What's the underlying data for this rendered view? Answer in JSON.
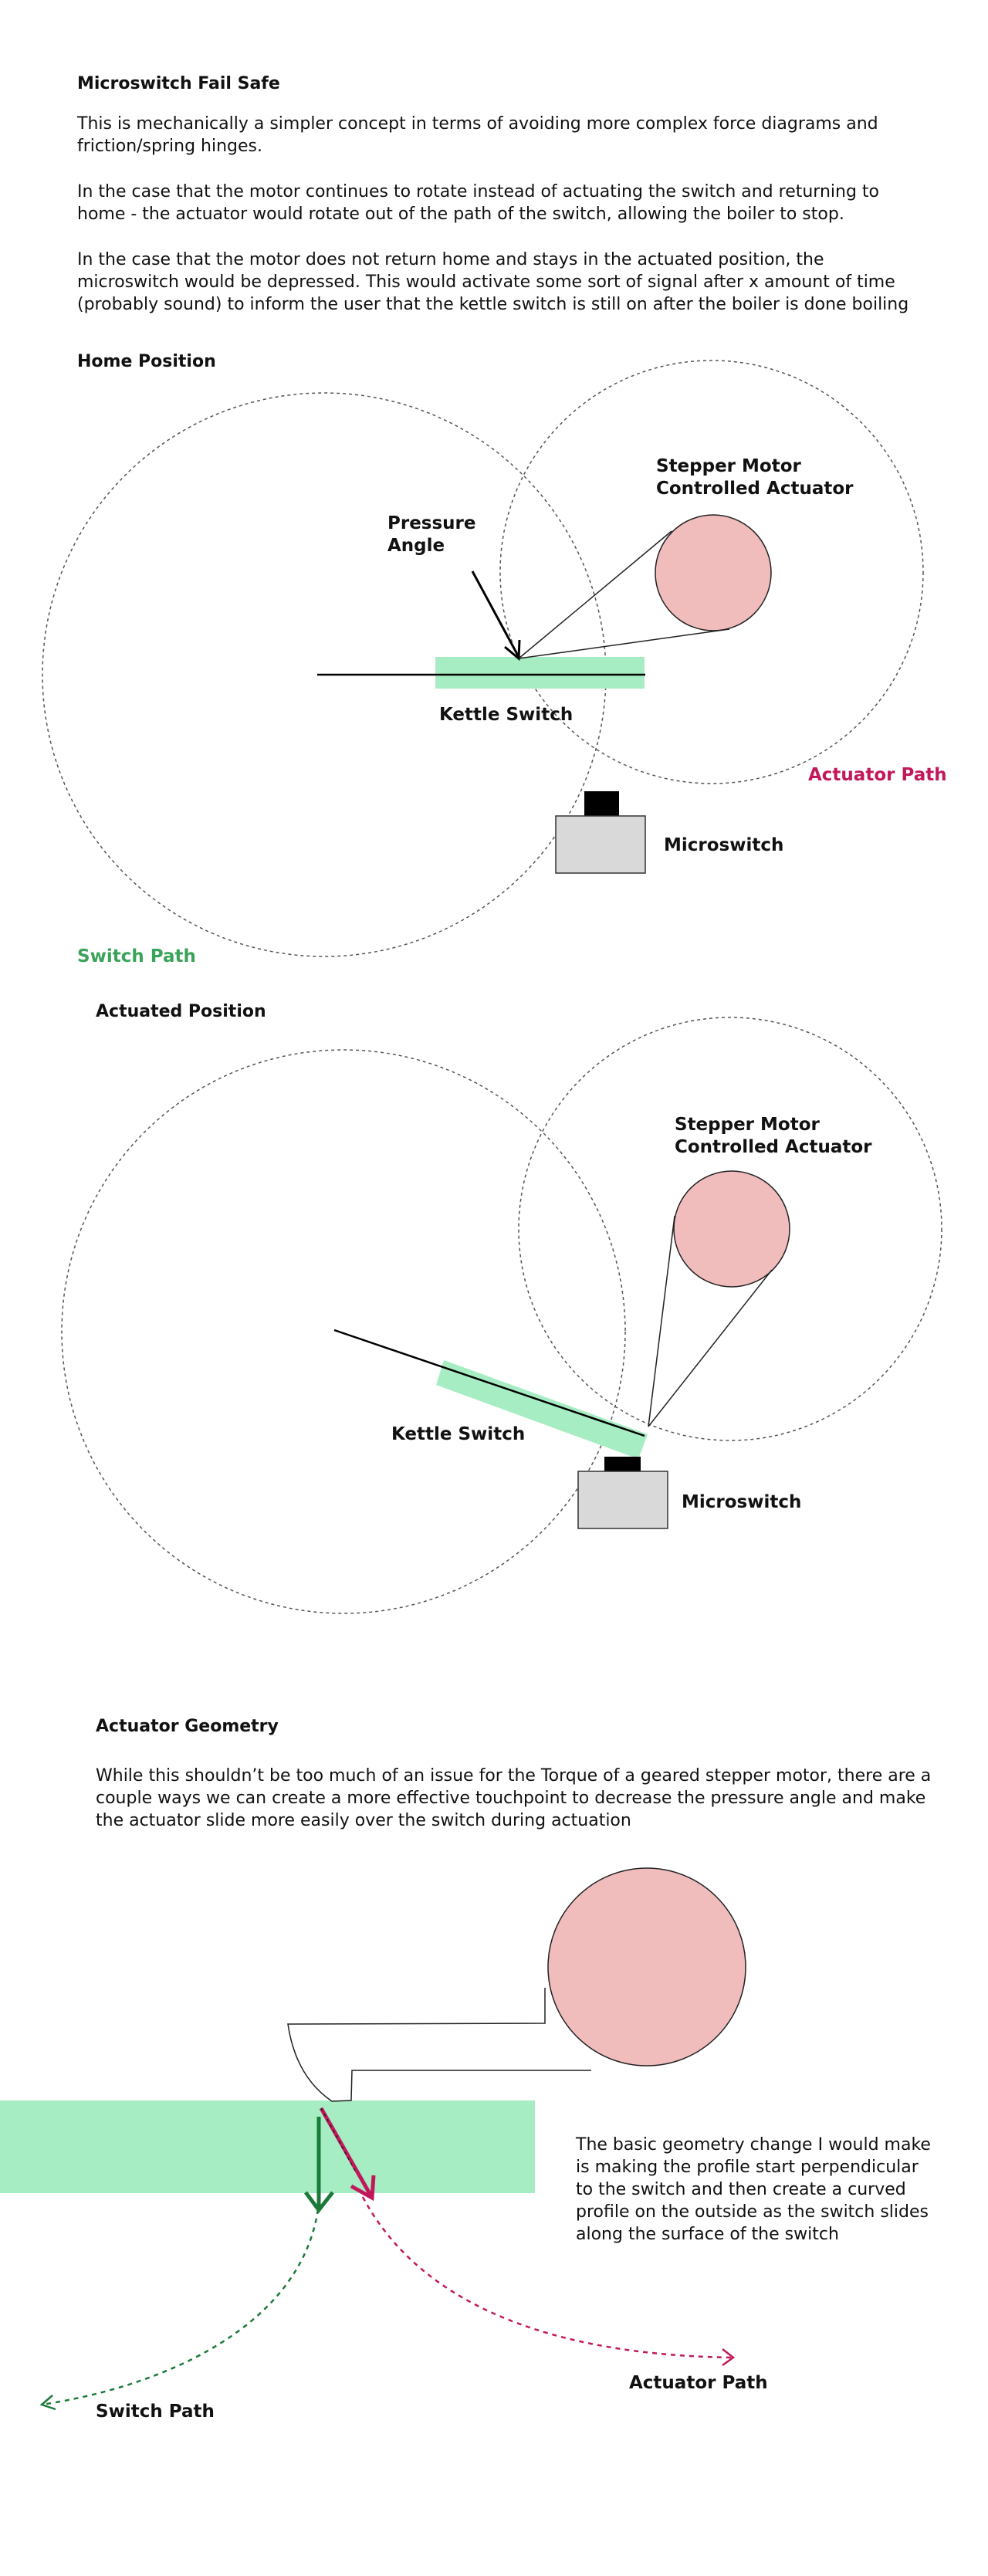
{
  "section1": {
    "title": "Microswitch Fail Safe",
    "paragraphs": [
      "This is mechanically a simpler concept in terms of avoiding more complex force diagrams and friction/spring hinges.",
      "In the case that the motor continues to rotate instead of actuating the switch and returning to home - the actuator would rotate out of the path of the switch, allowing the boiler to stop.",
      "In the case that the motor does not return home and stays in the actuated position, the microswitch would be depressed. This would activate some sort of signal after x amount of time (probably sound) to inform the user that the kettle switch is still on after the boiler is done boiling"
    ]
  },
  "home_diagram": {
    "title": "Home Position",
    "pressure_label_1": "Pressure",
    "pressure_label_2": "Angle",
    "motor_label_1": "Stepper Motor",
    "motor_label_2": "Controlled Actuator",
    "kettle_label": "Kettle Switch",
    "actuator_path_label": "Actuator Path",
    "microswitch_label": "Microswitch",
    "switch_path_label": "Switch Path"
  },
  "actuated_diagram": {
    "title": "Actuated Position",
    "motor_label_1": "Stepper Motor",
    "motor_label_2": "Controlled Actuator",
    "kettle_label": "Kettle Switch",
    "microswitch_label": "Microswitch"
  },
  "geometry": {
    "title": "Actuator Geometry",
    "paragraph": "While this shouldn’t be too much of an issue for the Torque of a geared stepper motor, there are a couple ways we can create a more effective touchpoint to decrease the pressure angle and make the actuator slide more easily over the switch during actuation",
    "note": "The basic geometry change I would make is making the profile start perpendicular to the switch and then create a curved profile on the outside as the switch slides along the surface of the switch",
    "actuator_path_label": "Actuator Path",
    "switch_path_label": "Switch Path"
  },
  "colors": {
    "switch_green": "#a6edc3",
    "actuator_pink": "#f0bcbc",
    "actuator_path_red": "#c2185b",
    "switch_path_green": "#3aa35a",
    "arrow_dark_green": "#1b7a3a",
    "microswitch_gray": "#d9d9d9"
  }
}
